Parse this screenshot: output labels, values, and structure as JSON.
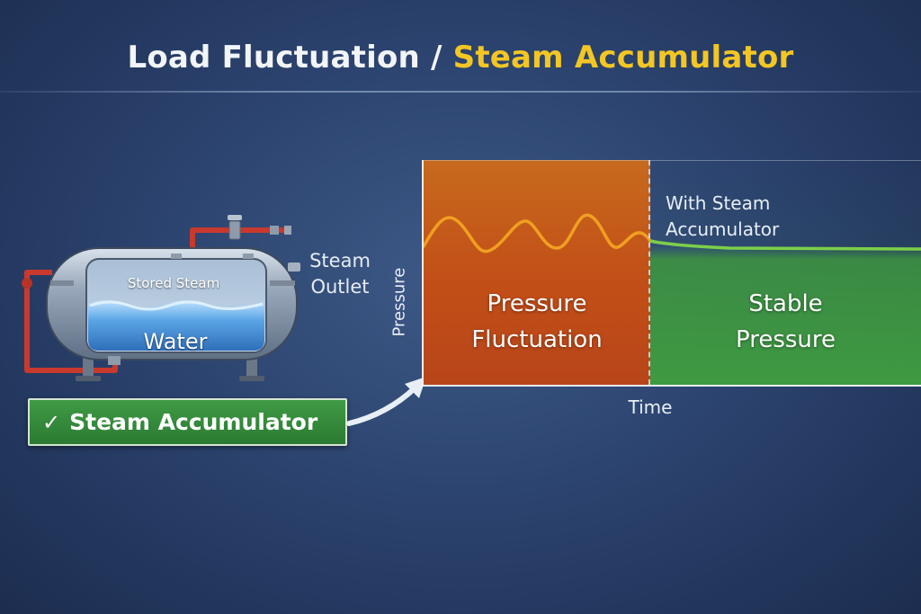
{
  "title": {
    "part1": "Load Fluctuation / ",
    "part2": "Steam Accumulator"
  },
  "tank": {
    "stored_steam_label": "Stored Steam",
    "water_label": "Water",
    "outlet_label_line1": "Steam",
    "outlet_label_line2": "Outlet"
  },
  "badge": {
    "check": "✓",
    "label": "Steam Accumulator"
  },
  "chart": {
    "y_axis_label": "Pressure",
    "x_axis_label": "Time",
    "fluctuation_line1": "Pressure",
    "fluctuation_line2": "Fluctuation",
    "stable_line1": "Stable",
    "stable_line2": "Pressure",
    "with_accumulator_line1": "With Steam",
    "with_accumulator_line2": "Accumulator"
  },
  "colors": {
    "title_highlight": "#f3c623",
    "fluctuation_zone": "#c24e17",
    "stable_zone": "#3e9a41",
    "badge_green": "#2b7a32",
    "curve_orange": "#f0a020",
    "curve_green": "#7ccf4a"
  },
  "icons": [
    "check-icon",
    "steam-tank-icon",
    "curved-arrow-icon"
  ]
}
